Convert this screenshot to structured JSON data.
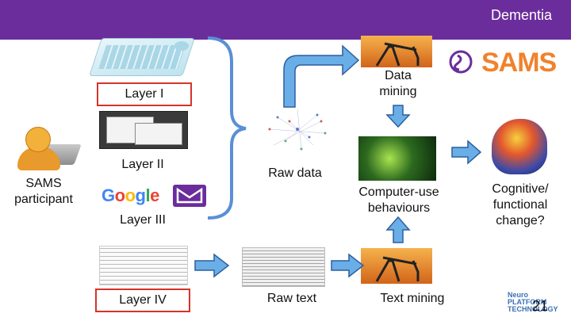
{
  "header": {
    "title": "Dementia"
  },
  "labels": {
    "layer1": "Layer I",
    "layer2": "Layer II",
    "layer3": "Layer III",
    "layer4": "Layer IV",
    "participant": "SAMS participant",
    "data_mining": "Data mining",
    "raw_data": "Raw data",
    "computer_use": "Computer-use behaviours",
    "cognitive": "Cognitive/ functional change?",
    "raw_text": "Raw text",
    "text_mining": "Text mining"
  },
  "logos": {
    "sams": "SAMS",
    "google": "Google",
    "neuro": "Neuro PLATFORM TECHNOLOGY"
  },
  "page_number": "21",
  "colors": {
    "header": "#6b2d9c",
    "highlight_box": "#d7332b",
    "arrow_fill": "#6aaee8",
    "arrow_stroke": "#2c5f9e",
    "sams_orange": "#f0822d",
    "brace": "#5a8fd6"
  }
}
